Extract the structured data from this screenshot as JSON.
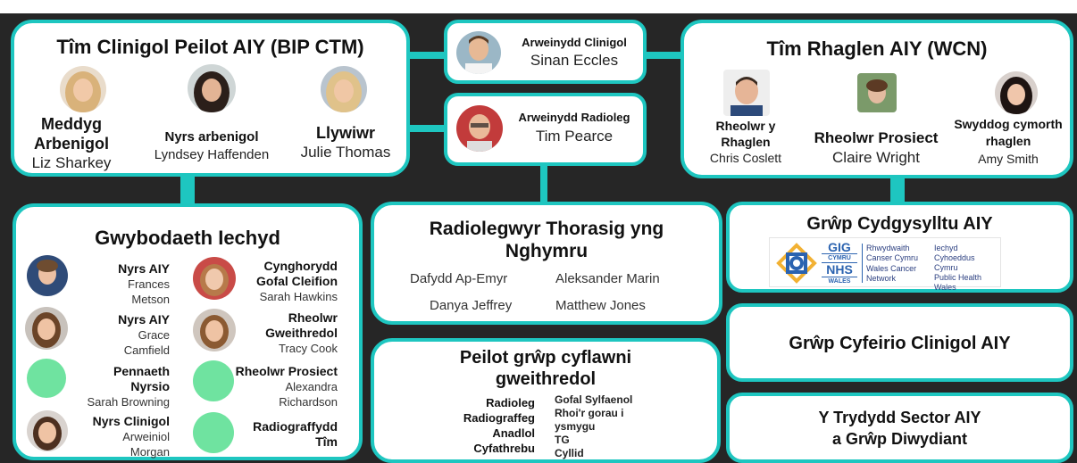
{
  "clinical_team": {
    "title": "Tîm Clinigol Peilot AIY (BIP CTM)",
    "members": [
      {
        "role": "Meddyg Arbenigol",
        "name": "Liz Sharkey"
      },
      {
        "role": "Nyrs arbenigol",
        "name": "Lyndsey Haffenden"
      },
      {
        "role": "Llywiwr",
        "name": "Julie Thomas"
      }
    ]
  },
  "clinical_lead": {
    "role": "Arweinydd Clinigol",
    "name": "Sinan Eccles"
  },
  "radiology_lead": {
    "role": "Arweinydd Radioleg",
    "name": "Tim Pearce"
  },
  "programme_team": {
    "title": "Tîm Rhaglen AIY (WCN)",
    "members": [
      {
        "role": "Rheolwr y Rhaglen",
        "name": "Chris Coslett"
      },
      {
        "role": "Rheolwr Prosiect",
        "name": "Claire Wright"
      },
      {
        "role": "Swyddog cymorth rhaglen",
        "name": "Amy Smith"
      }
    ]
  },
  "health_intel": {
    "title": "Gwybodaeth Iechyd",
    "left": [
      {
        "role": "Nyrs AIY",
        "name": "Frances Metson"
      },
      {
        "role": "Nyrs AIY",
        "name": "Grace Camfield"
      },
      {
        "role": "Pennaeth Nyrsio",
        "name": "Sarah Browning"
      },
      {
        "role": "Nyrs Clinigol",
        "name": "Arweiniol Morgan"
      }
    ],
    "right": [
      {
        "role": "Cynghorydd Gofal Cleifion",
        "name": "Sarah Hawkins"
      },
      {
        "role": "Rheolwr Gweithredol",
        "name": "Tracy Cook"
      },
      {
        "role": "Rheolwr Prosiect",
        "name": "Alexandra Richardson"
      },
      {
        "role": "Radiograffydd Tîm",
        "name": ""
      }
    ]
  },
  "radiologists": {
    "title": "Radiolegwyr Thorasig yng Nghymru",
    "names": [
      "Dafydd Ap-Emyr",
      "Aleksander Marin",
      "Danya Jeffrey",
      "Matthew Jones"
    ]
  },
  "pilot_group": {
    "title": "Peilot grŵp cyflawni gweithredol",
    "left_items": [
      "Radioleg",
      "Radiograffeg",
      "Anadlol",
      "Cyfathrebu"
    ],
    "right_items": [
      "Gofal Sylfaenol",
      "Rhoi'r gorau i ysmygu",
      "TG",
      "Cyllid"
    ]
  },
  "coord_group": {
    "title": "Grŵp Cydgysylltu AIY",
    "logo": {
      "gig": "GIG",
      "cymru": "CYMRU",
      "nhs": "NHS",
      "wales": "WALES",
      "network_cy": "Rhwydwaith Canser Cymru",
      "network_en": "Wales Cancer Network",
      "phw_cy": "Iechyd Cyhoeddus Cymru",
      "phw_en": "Public Health Wales"
    }
  },
  "referral_group": {
    "title": "Grŵp Cyfeirio Clinigol AIY"
  },
  "third_sector": {
    "title_line1": "Y Trydydd Sector AIY",
    "title_line2": "a Grŵp Diwydiant"
  },
  "colors": {
    "accent": "#1ec6c0",
    "background": "#262626",
    "placeholder": "#6fe3a0"
  }
}
